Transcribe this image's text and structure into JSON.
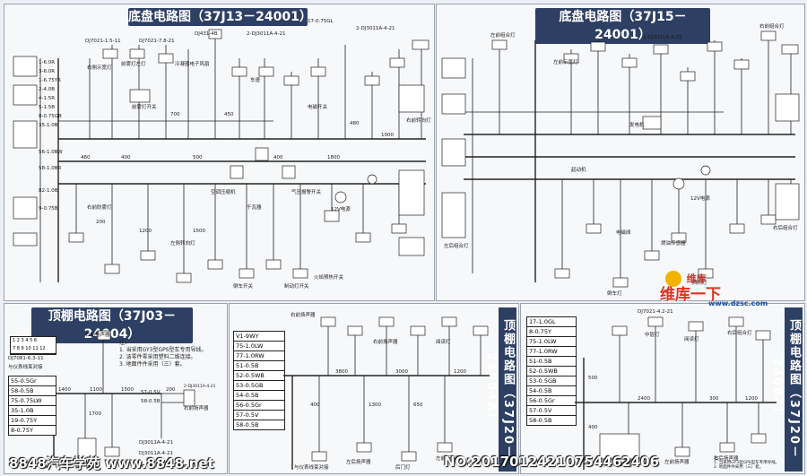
{
  "panels": {
    "top_left": {
      "title": "底盘电路图（37J13－24001）"
    },
    "top_right": {
      "title": "底盘电路图（37J15－24001）"
    },
    "bottom_left": {
      "title": "顶棚电路图（37J03－24004）"
    },
    "bottom_mid": {
      "title": "顶棚电路图（37J20－24004A）"
    },
    "bottom_right": {
      "title": "顶棚电路图（37J20－24004）"
    }
  },
  "top_left_labels": {
    "l1": "DJ7021-1.5-11",
    "l2": "前雾灯左灯",
    "l3": "DJ7021-7.8-21",
    "l4": "右侧示宽灯",
    "l5": "DJ431-4B",
    "l6": "冷凝器电子风扇",
    "l7": "2-DJ3011A-4-21",
    "l8": "17-0.75GL",
    "l9": "2-DJ3011A-4-21",
    "l10": "右前防雾灯",
    "l11": "车速",
    "l12": "电磁开关",
    "l13": "前雾灯开关",
    "l14": "千瓦器",
    "l15": "气压报警开关",
    "l16": "12V电源",
    "l17": "左侧转向灯",
    "l18": "倒车开关",
    "l19": "制动灯开关",
    "l20": "右前转向灯",
    "l21": "火焰预热开关",
    "l22": "空调压缩机"
  },
  "top_left_bundle": [
    "1-6.0R",
    "3-6.0R",
    "1-6.75YR",
    "2-4.0B",
    "4-1.5R",
    "5-1.5B",
    "8-0.75GB",
    "35-1.0B",
    "56-1.0BW",
    "58-1.0BR",
    "82-1.0B",
    "9-0.75B"
  ],
  "top_left_dims": [
    "460",
    "400",
    "500",
    "400",
    "1800",
    "1000",
    "200",
    "1200",
    "700",
    "450",
    "480",
    "1500"
  ],
  "top_right_labels": {
    "r1": "底盘电路图",
    "r2": "左前组合灯",
    "r3": "2-DJ3011A-4-21",
    "r4": "右前组合灯",
    "r5": "左后组合灯",
    "r6": "电磁阀",
    "r7": "起动机",
    "r8": "发电机",
    "r9": "燃油传感器",
    "r10": "12V电源",
    "r11": "倒车灯",
    "r12": "牌照灯",
    "r13": "左前示宽灯",
    "r14": "右后组合灯"
  },
  "bottom_left": {
    "harness_title": "DJ7081-6.3-11",
    "harness_sub": "与仪表线束对接",
    "wires": [
      "55-0.5Gr",
      "58-0.5B",
      "75-0.75LW",
      "35-1.0B",
      "19-0.75Y",
      "8-0.75Y"
    ],
    "notes": [
      "注：",
      "1. 当采用GY3型GPS型车专用导线。",
      "2. 该零件零采用塑料二维连接。",
      "3. 地面件件采用（三）套。"
    ],
    "labels": [
      "右前扬声器",
      "2-DJ3011A-4-21",
      "右前扬声器",
      "DJ3011A-4-21",
      "DJ3011A-4-21",
      "57-0.5V",
      "58-0.5B"
    ],
    "dims": [
      "1400",
      "1100",
      "1500",
      "200",
      "1700"
    ]
  },
  "bottom_mid": {
    "harness": [
      "V1-9WY",
      "75-1.0LW",
      "77-1.0RW",
      "51-0.5B",
      "52-0.5WB",
      "53-0.5GB",
      "54-0.5B",
      "56-0.5Gr",
      "57-0.5V",
      "58-0.5B"
    ],
    "labels": [
      "右前扬声器",
      "与仪表线束对接",
      "右前扬声器",
      "左后扬声器",
      "阅读灯",
      "后门灯",
      "左前扬声器"
    ],
    "dims": [
      "3800",
      "3000",
      "1200",
      "400",
      "1300",
      "650"
    ]
  },
  "bottom_right": {
    "harness": [
      "17-1.0GL",
      "8-0.75Y",
      "75-1.0LW",
      "77-1.0RW",
      "51-0.5B",
      "52-0.5WB",
      "53-0.5GB",
      "54-0.5B",
      "56-0.5Gr",
      "57-0.5V",
      "58-0.5B"
    ],
    "labels": [
      "中层灯",
      "右后组合灯",
      "阅读灯",
      "左前扬声器",
      "右后扬声器",
      "与仪表线束对接",
      "DJ7021-4.2-21"
    ],
    "dims": [
      "2400",
      "300",
      "1200",
      "500",
      "400"
    ],
    "notes": [
      "注：",
      "1. 当采用GY3型GPS型车专用导线。",
      "2. 地面件件采用（三）套。"
    ]
  },
  "watermarks": {
    "left": "8848汽车学苑 www.8848.net",
    "right": "NO:20170124210754462406",
    "logo_cn": "维库一下",
    "logo_en": "www.dzsc.com",
    "logo_small": "维库"
  }
}
